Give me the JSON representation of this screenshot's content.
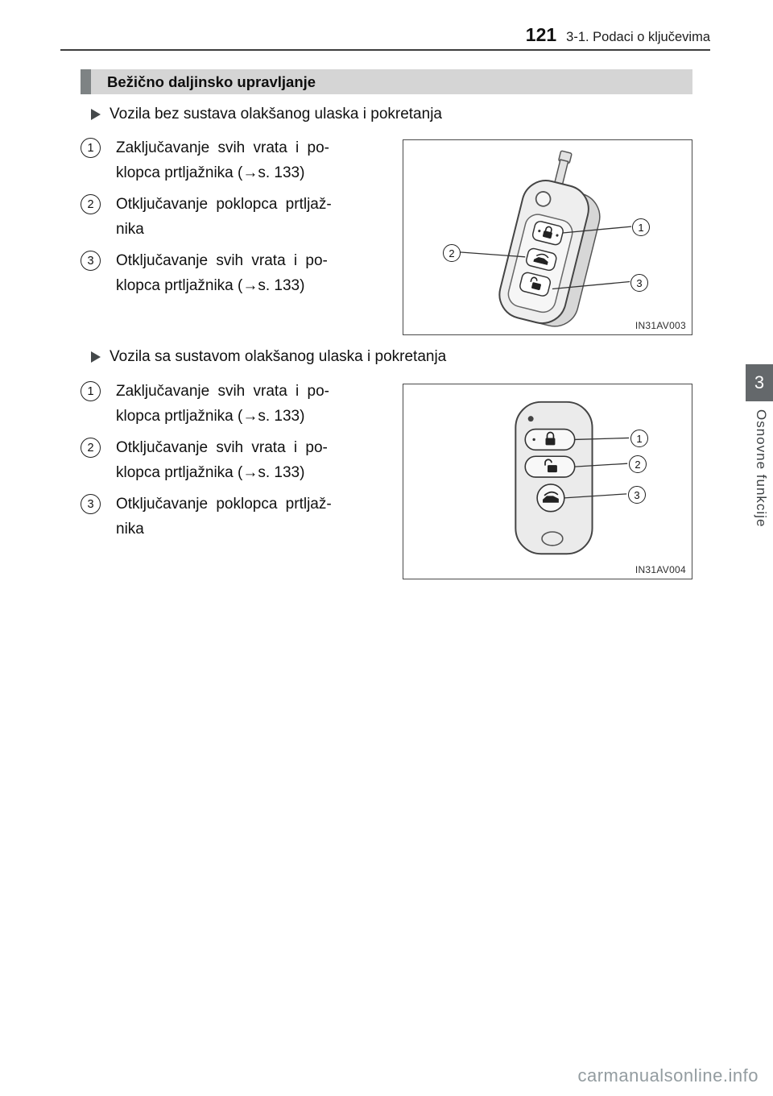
{
  "header": {
    "page_number": "121",
    "chapter_title": "3-1. Podaci o ključevima"
  },
  "section_bar": {
    "title": "Bežično daljinsko upravljanje"
  },
  "sidebar": {
    "chapter_number": "3",
    "tab_label": "Osnovne funkcije"
  },
  "watermark": "carmanualsonline.info",
  "sections": [
    {
      "heading": "Vozila bez sustava olakšanog ulaska i pokretanja",
      "items": [
        {
          "num": "1",
          "line1": "Zaključavanje svih vrata i po-",
          "line2": "klopca prtljažnika (→s. 133)"
        },
        {
          "num": "2",
          "line1": "Otključavanje poklopca prtljaž-",
          "line2": "nika"
        },
        {
          "num": "3",
          "line1": "Otključavanje svih vrata i po-",
          "line2": "klopca prtljažnika (→s. 133)"
        }
      ],
      "figure": {
        "label": "IN31AV003",
        "callouts": [
          "1",
          "2",
          "3"
        ]
      }
    },
    {
      "heading": "Vozila sa sustavom olakšanog ulaska i pokretanja",
      "items": [
        {
          "num": "1",
          "line1": "Zaključavanje svih vrata i po-",
          "line2": "klopca prtljažnika (→s. 133)"
        },
        {
          "num": "2",
          "line1": "Otključavanje svih vrata i po-",
          "line2": "klopca prtljažnika (→s. 133)"
        },
        {
          "num": "3",
          "line1": "Otključavanje poklopca prtljaž-",
          "line2": "nika"
        }
      ],
      "figure": {
        "label": "IN31AV004",
        "callouts": [
          "1",
          "2",
          "3"
        ]
      }
    }
  ]
}
